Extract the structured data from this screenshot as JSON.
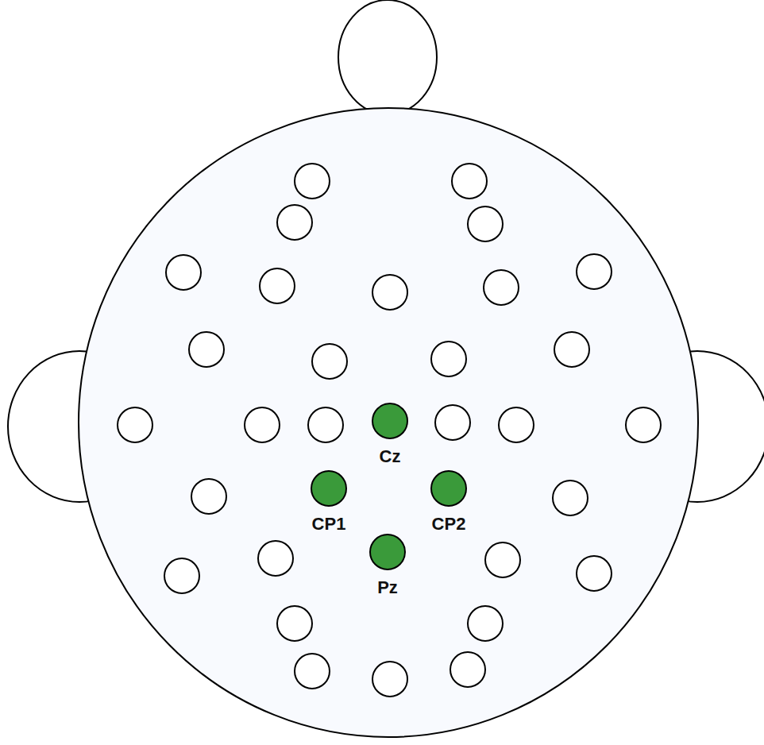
{
  "diagram": {
    "nodes": [
      {
        "text": [
          "Cz"
        ]
      },
      {
        "text": [
          "CP1"
        ]
      },
      {
        "text": [
          "CP2"
        ]
      },
      {
        "text": [
          "Pz"
        ]
      }
    ]
  }
}
